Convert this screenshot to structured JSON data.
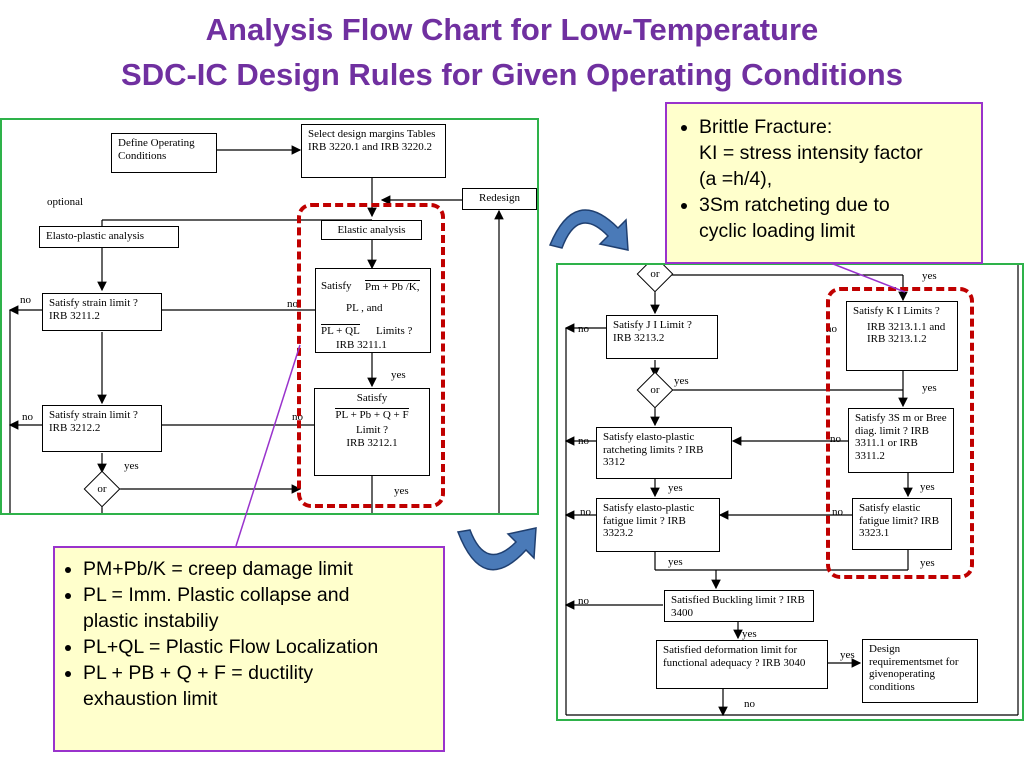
{
  "title": {
    "line1": "Analysis Flow Chart for Low-Temperature",
    "line2": "SDC-IC Design Rules for Given Operating Conditions"
  },
  "left_chart": {
    "define": "Define Operating Conditions",
    "select_margins": "Select design margins Tables IRB 3220.1 and IRB 3220.2",
    "redesign": "Redesign",
    "optional": "optional",
    "elasto_plastic": "Elasto-plastic analysis",
    "elastic": "Elastic analysis",
    "satisfy_word": "Satisfy",
    "pm_pb_k": "Pm + Pb /K,",
    "pl_and": "PL , and",
    "pl_ql": "PL + QL",
    "limits": "Limits ?",
    "irb3211_1": "IRB 3211.1",
    "strain1": "Satisfy strain limit ? IRB 3211.2",
    "strain2": "Satisfy strain limit ? IRB 3212.2",
    "ductility_satisfy": "Satisfy",
    "ductility_expr": "PL + Pb + Q + F",
    "ductility_limit": "Limit ?",
    "irb3212_1": "IRB 3212.1",
    "no": "no",
    "yes": "yes",
    "or": "or"
  },
  "right_chart": {
    "or": "or",
    "yes": "yes",
    "no": "no",
    "j_limit": "Satisfy J I Limit ? IRB 3213.2",
    "k_limit_title": "Satisfy K I Limits ?",
    "k_limit_body": "IRB 3213.1.1 and IRB 3213.1.2",
    "ratchet_ep": "Satisfy elasto-plastic ratcheting limits ? IRB 3312",
    "sm_limit": "Satisfy 3S m or Bree diag. limit ? IRB 3311.1 or IRB 3311.2",
    "fatigue_ep": "Satisfy elasto-plastic fatigue limit ? IRB 3323.2",
    "fatigue_el": "Satisfy elastic fatigue limit? IRB 3323.1",
    "buckling": "Satisfied Buckling limit ? IRB 3400",
    "deformation": "Satisfied deformation limit for functional adequacy ? IRB 3040",
    "design_ok": "Design requirementsmet for givenoperating conditions"
  },
  "callout_top": {
    "items": [
      "Brittle Fracture:",
      "KI = stress intensity factor",
      "(a =h/4),",
      "3Sm ratcheting due to",
      "cyclic loading limit"
    ]
  },
  "callout_bottom": {
    "items": [
      "PM+Pb/K =  creep damage limit",
      "PL = Imm. Plastic collapse and",
      "plastic instabiliy",
      "PL+QL = Plastic Flow Localization",
      "PL + PB + Q + F  =  ductility",
      "exhaustion limit"
    ]
  },
  "colors": {
    "title": "#7030a0",
    "panel_border": "#2eb24a",
    "dashed": "#c00000",
    "callout_bg": "#ffffcc",
    "callout_border": "#9933cc",
    "arrow": "#2e5d9e"
  }
}
